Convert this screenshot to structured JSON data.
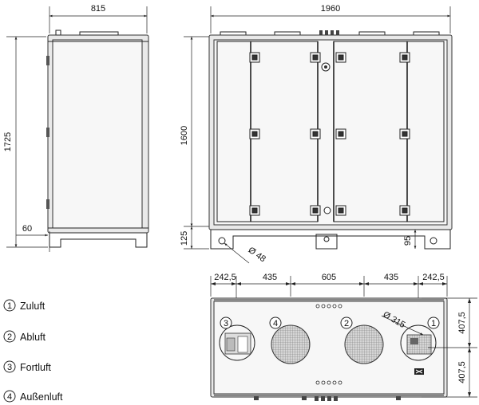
{
  "dimensions": {
    "side_width": "815",
    "side_height": "1725",
    "foot_offset": "60",
    "front_width": "1960",
    "front_height": "1600",
    "base_height": "125",
    "drain_diameter": "Ø 48",
    "drain_height": "95",
    "top_seg1": "242,5",
    "top_seg2": "435",
    "top_seg3": "605",
    "top_seg4": "435",
    "top_seg5": "242,5",
    "duct_diameter": "Ø 315",
    "top_depth1": "407,5",
    "top_depth2": "407,5"
  },
  "legend": [
    {
      "num": "1",
      "label": "Zuluft"
    },
    {
      "num": "2",
      "label": "Abluft"
    },
    {
      "num": "3",
      "label": "Fortluft"
    },
    {
      "num": "4",
      "label": "Außenluft"
    }
  ],
  "port_markers": {
    "p3": "3",
    "p4": "4",
    "p2": "2",
    "p1": "1"
  }
}
